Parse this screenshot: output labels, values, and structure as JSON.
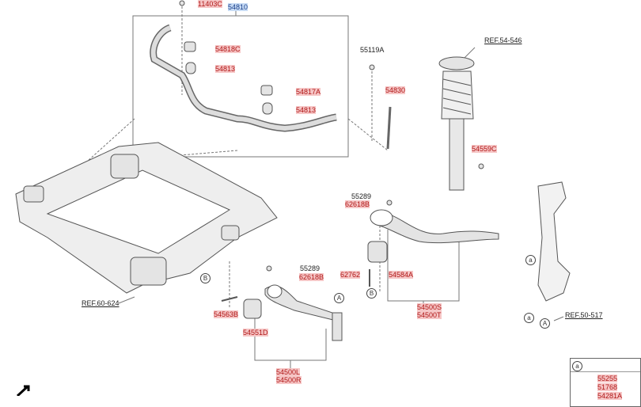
{
  "labels": {
    "p11403c": "11403C",
    "p54810": "54810",
    "p54818c": "54818C",
    "p54813a": "54813",
    "p54817a": "54817A",
    "p54813b": "54813",
    "p55119a": "55119A",
    "ref54546": "REF.54-546",
    "p54830": "54830",
    "p54559c": "54559C",
    "p55289a": "55289",
    "p62618ba": "62618B",
    "p62762": "62762",
    "p54584a": "54584A",
    "p54500s": "54500S",
    "p54500t": "54500T",
    "p55289b": "55289",
    "p62618bb": "62618B",
    "p54563b": "54563B",
    "p54551d": "54551D",
    "p54500l": "54500L",
    "p54500r": "54500R",
    "ref60624": "REF.60-624",
    "ref50517": "REF.50-517"
  },
  "callouts": {
    "A": "A",
    "B": "B",
    "a": "a"
  },
  "legend": {
    "key": "a",
    "items": [
      "55255",
      "51768",
      "54281A"
    ]
  }
}
